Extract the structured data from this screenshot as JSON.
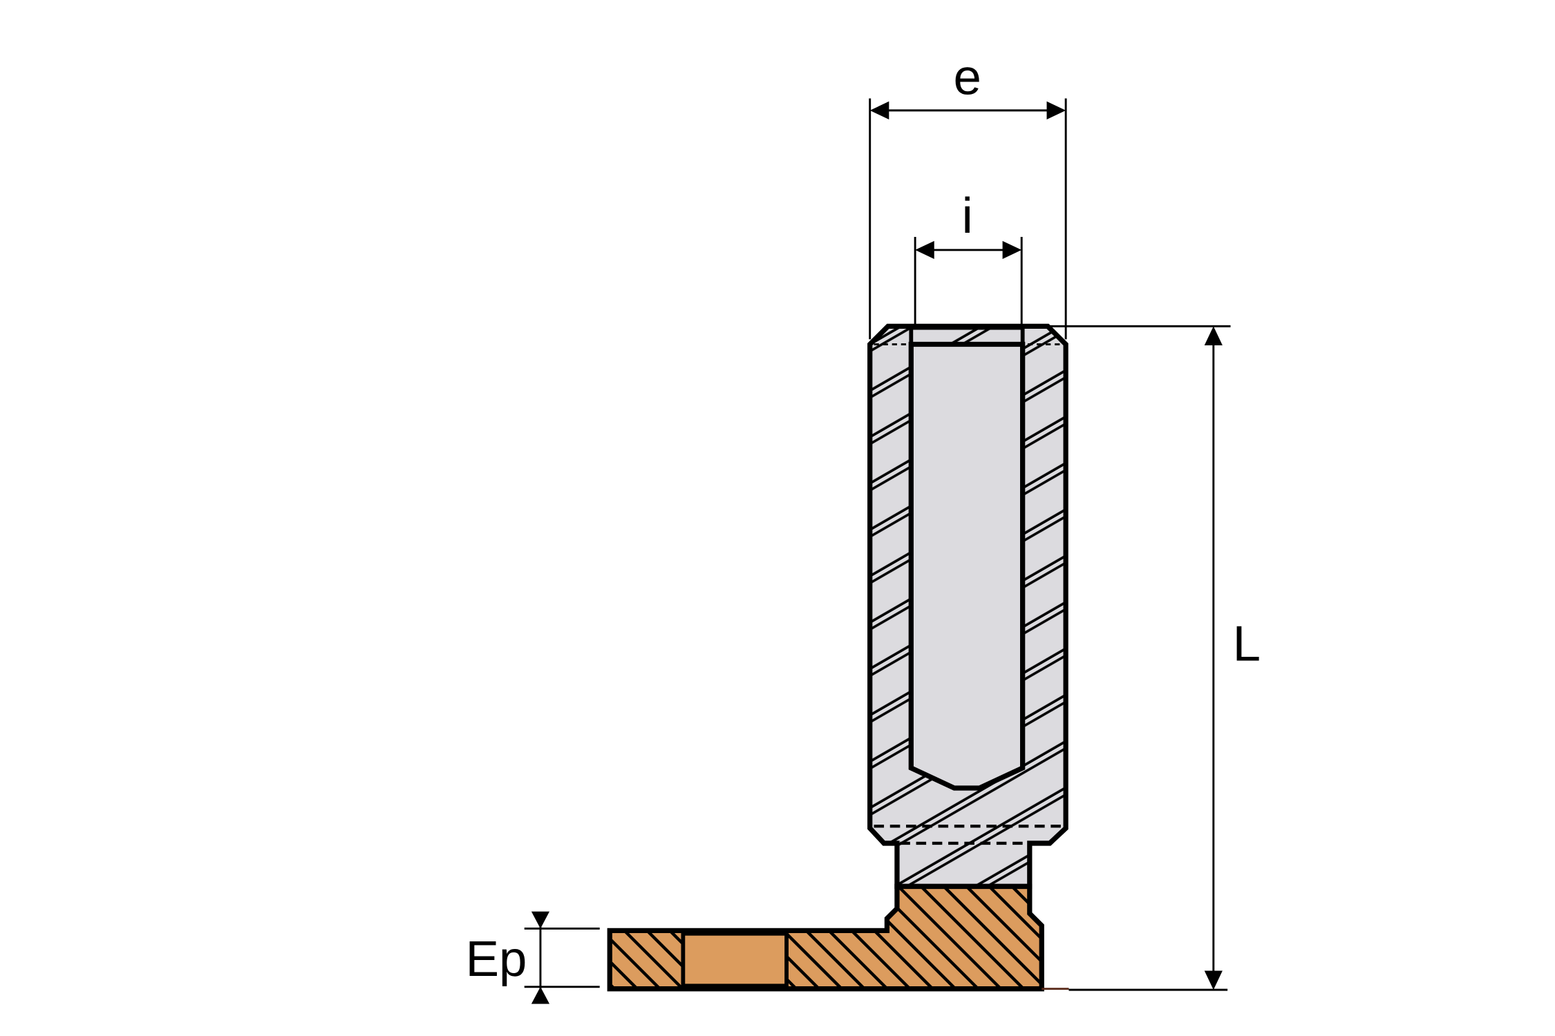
{
  "labels": {
    "e": "e",
    "i": "i",
    "L": "L",
    "Ep": "Ep"
  },
  "colors": {
    "steel": "#dcdbdf",
    "brass": "#dc9c5e",
    "line": "#000000"
  }
}
